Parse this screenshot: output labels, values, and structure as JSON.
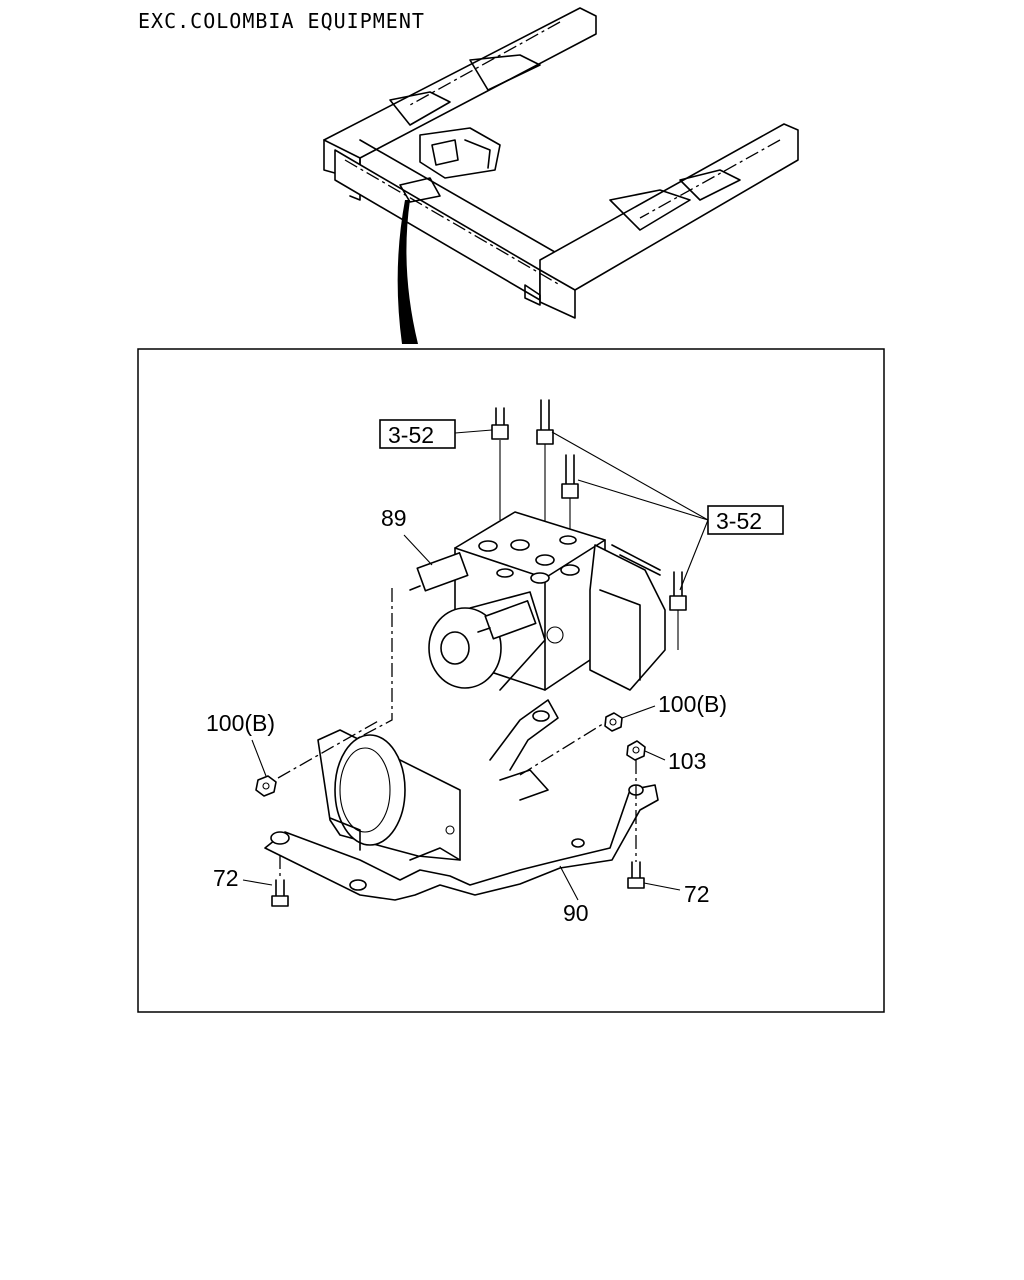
{
  "heading": "EXC.COLOMBIA EQUIPMENT",
  "callouts": {
    "hcu": "89",
    "nut_left": "100(B)",
    "nut_right": "100(B)",
    "nut_103": "103",
    "bolt_left": "72",
    "bolt_right": "72",
    "bracket": "90"
  },
  "ref_boxes": {
    "pipe_ref_left": "3-52",
    "pipe_ref_right": "3-52"
  }
}
